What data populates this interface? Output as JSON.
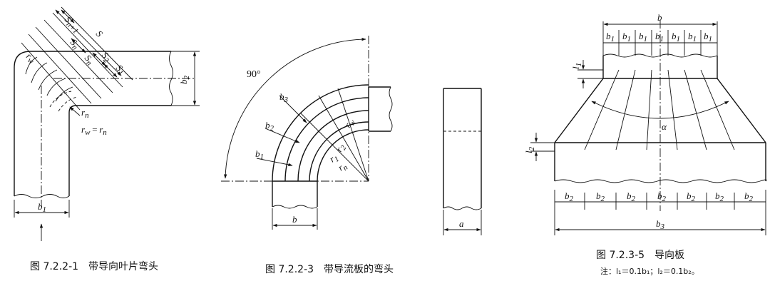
{
  "figures": [
    {
      "caption": "图 7.2.2-1　带导向叶片弯头",
      "labels": {
        "s_n1": "S",
        "s_n1_sub": "n+1",
        "s": "S",
        "s_n": "S",
        "s_n_sub": "n",
        "s2": "S",
        "s2_sub": "2",
        "s1": "S",
        "s1_sub": "1",
        "r_w_top": "r",
        "r_w_top_sub": "w",
        "r_n": "r",
        "r_n_sub": "n",
        "r_w_eq": "r",
        "r_w_eq_mid": "=",
        "r_w_eq_sub": "w",
        "r_w_eq_r": "r",
        "r_w_eq_rsub": "n",
        "b2": "b",
        "b2_sub": "2",
        "b1": "b",
        "b1_sub": "1"
      }
    },
    {
      "caption": "图 7.2.2-3　带导流板的弯头",
      "labels": {
        "angle": "90°",
        "b3": "b",
        "b3_sub": "3",
        "b2": "b",
        "b2_sub": "2",
        "b1": "b",
        "b1_sub": "1",
        "rw": "r",
        "rw_sub": "w",
        "r2": "r",
        "r2_sub": "2",
        "r1": "r",
        "r1_sub": "1",
        "rn": "r",
        "rn_sub": "n",
        "b": "b",
        "a": "a"
      }
    },
    {
      "caption": "图 7.2.3-5　导向板",
      "note": "注：l₁＝0.1b₁；l₂＝0.1b₂。",
      "labels": {
        "b_top": "b",
        "b1": "b",
        "b1_sub": "1",
        "l1": "l",
        "l1_sub": "1",
        "l2": "l",
        "l2_sub": "2",
        "alpha": "α",
        "b2": "b",
        "b2_sub": "2",
        "b3": "b",
        "b3_sub": "3"
      }
    }
  ]
}
